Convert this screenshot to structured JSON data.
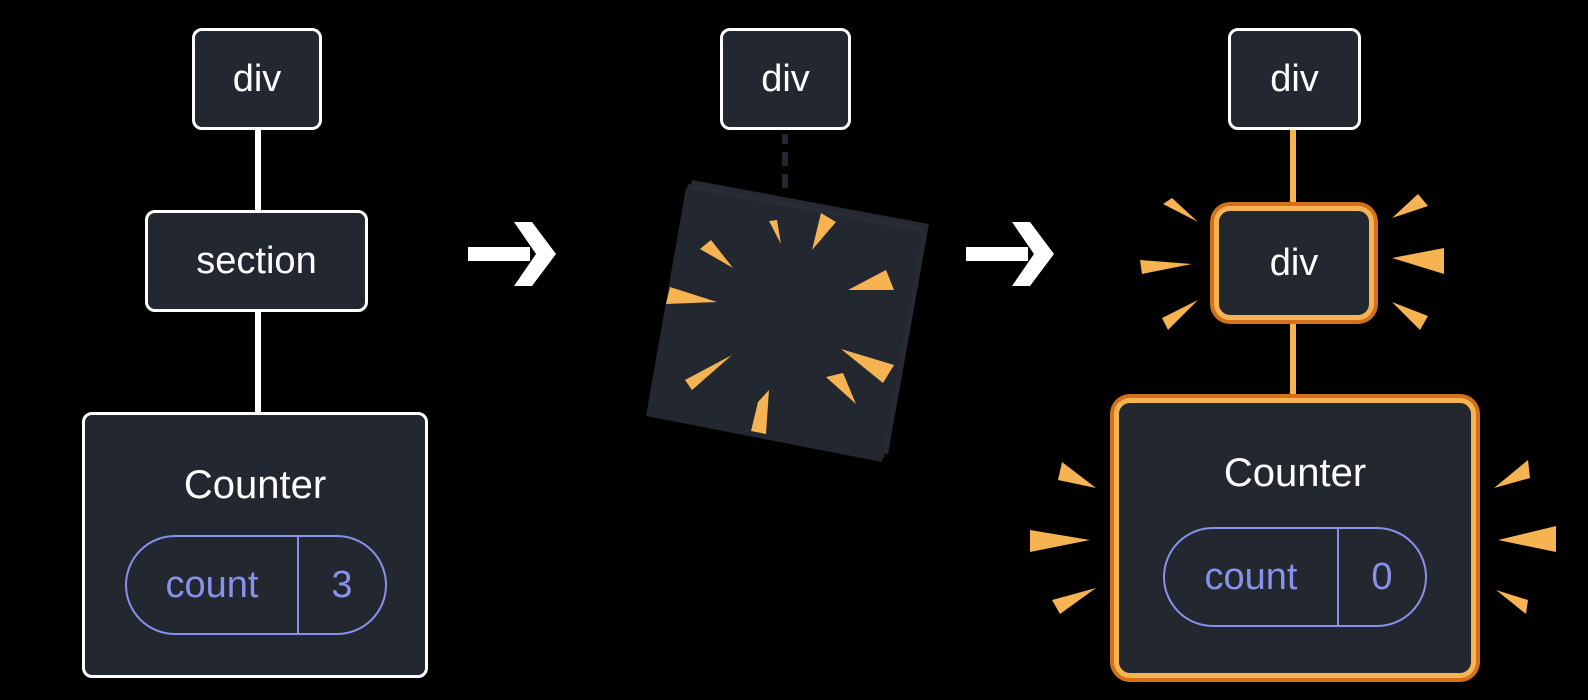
{
  "before": {
    "root": {
      "label": "div"
    },
    "middle": {
      "label": "section"
    },
    "component": {
      "name": "Counter",
      "state_key": "count",
      "state_value": "3"
    }
  },
  "transition": {
    "root": {
      "label": "div"
    }
  },
  "after": {
    "root": {
      "label": "div"
    },
    "middle": {
      "label": "div"
    },
    "component": {
      "name": "Counter",
      "state_key": "count",
      "state_value": "0"
    }
  },
  "colors": {
    "background": "#000000",
    "node_fill": "#23272f",
    "node_border": "#ffffff",
    "state_text": "#8891ec",
    "highlight": "#f6b351",
    "highlight_outer": "#d2711a"
  }
}
